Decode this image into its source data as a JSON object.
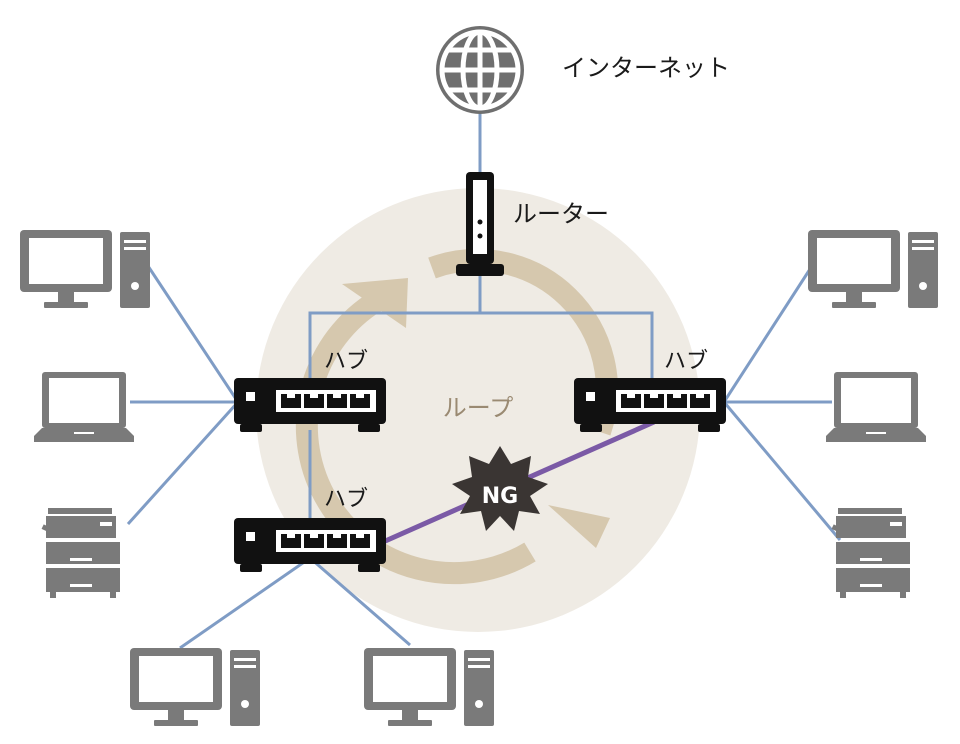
{
  "labels": {
    "internet": "インターネット",
    "router": "ルーター",
    "hub_left_top": "ハブ",
    "hub_right": "ハブ",
    "hub_left_bottom": "ハブ",
    "loop": "ループ",
    "ng": "NG"
  },
  "colors": {
    "link": "#7f9cc5",
    "bad_link": "#7b5aa6",
    "device_gray": "#7a7a7a",
    "hub_body": "#111111",
    "loop_bg": "#efebe4",
    "loop_arrow": "#d6c8ae",
    "ng_burst": "#3a3533"
  },
  "icons": [
    "globe-icon",
    "router-icon",
    "hub-icon",
    "desktop-pc-icon",
    "laptop-icon",
    "printer-icon"
  ]
}
